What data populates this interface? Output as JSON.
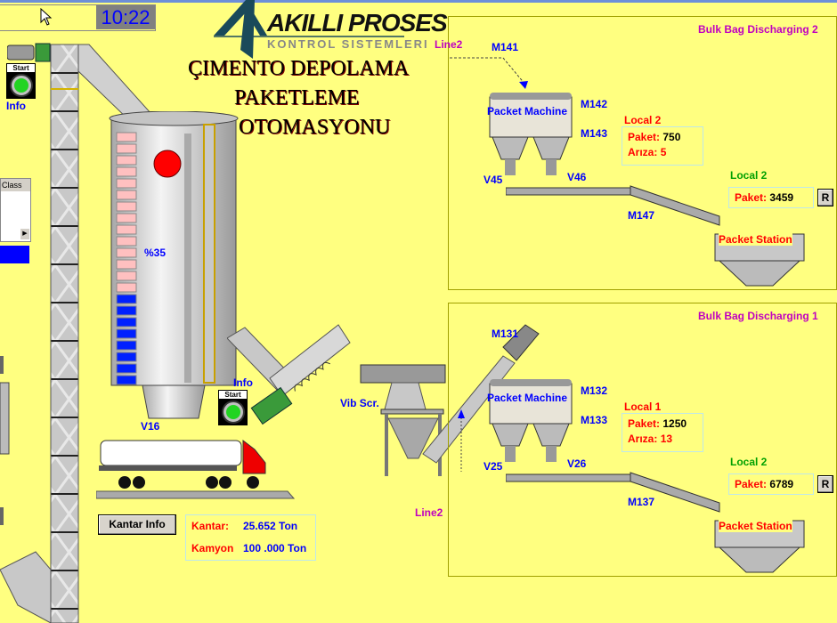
{
  "header": {
    "clock": "10:22",
    "logo_main": "AKILLI PROSES",
    "logo_sub": "KONTROL SISTEMLERI"
  },
  "title": {
    "line1": "ÇIMENTO DEPOLAMA",
    "line2": "PAKETLEME",
    "line3": "OTOMASYONU"
  },
  "left": {
    "start_label": "Start",
    "info_label": "Info",
    "class_label": "Class"
  },
  "silo": {
    "level_text": "%35",
    "level_percent": 35,
    "valve": "V16",
    "start_label": "Start",
    "info_label": "Info"
  },
  "screen": {
    "vib_label": "Vib Scr.",
    "line_label": "Line2"
  },
  "scale": {
    "button": "Kantar Info",
    "kantar_label": "Kantar:",
    "kantar_value": "25.652 Ton",
    "kamyon_label": "Kamyon",
    "kamyon_value": "100 .000 Ton"
  },
  "line2": {
    "title": "Bulk Bag Discharging 2",
    "line": "Line2",
    "m_top": "M141",
    "machine": "Packet Machine",
    "m_a": "M142",
    "m_b": "M143",
    "v_a": "V45",
    "v_b": "V46",
    "conveyor": "M147",
    "local_title": "Local 2",
    "paket_label": "Paket:",
    "paket_value": "750",
    "ariza_label": "Arıza:",
    "ariza_value": "5",
    "local2_title": "Local 2",
    "paket2_value": "3459",
    "reset": "R",
    "station": "Packet Station"
  },
  "line1": {
    "title": "Bulk Bag Discharging 1",
    "m_top": "M131",
    "machine": "Packet Machine",
    "m_a": "M132",
    "m_b": "M133",
    "v_a": "V25",
    "v_b": "V26",
    "conveyor": "M137",
    "local_title": "Local 1",
    "paket_label": "Paket:",
    "paket_value": "1250",
    "ariza_label": "Arıza:",
    "ariza_value": "13",
    "local2_title": "Local 2",
    "paket2_value": "6789",
    "reset": "R",
    "station": "Packet Station"
  },
  "colors": {
    "bg": "#ffff80",
    "blue": "#0000ff",
    "red": "#ff0000",
    "magenta": "#c000c0"
  }
}
